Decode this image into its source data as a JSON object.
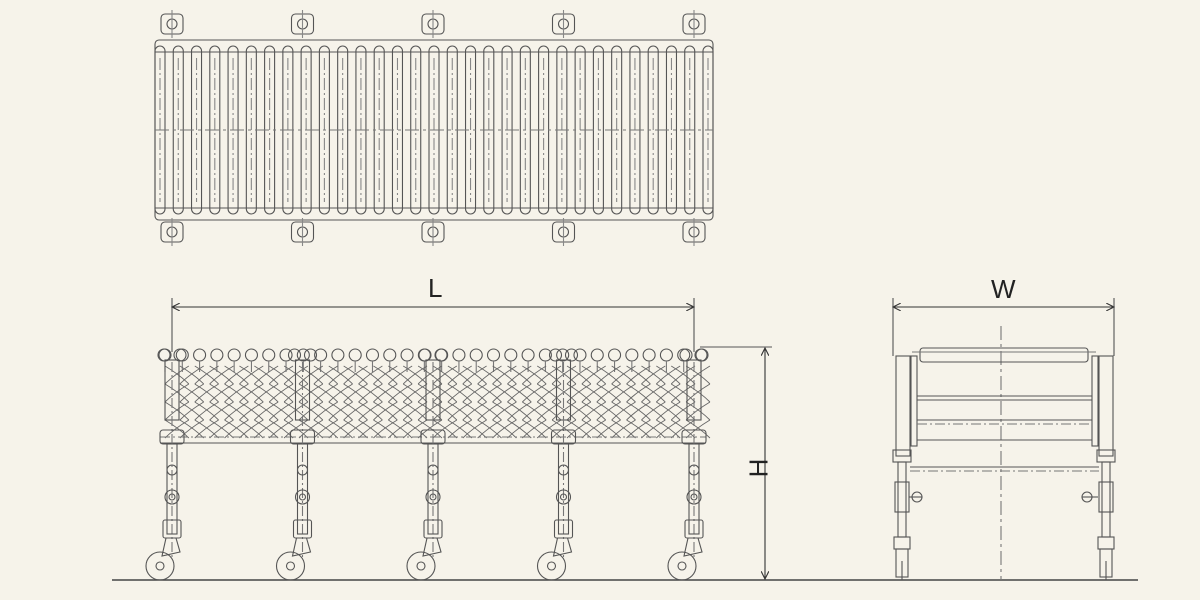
{
  "drawing": {
    "description_views": [
      "top-view",
      "side-view",
      "end-view"
    ],
    "dimensions": {
      "length_label": "L",
      "width_label": "W",
      "height_label": "H"
    },
    "colors": {
      "background": "#f6f3ea",
      "line": "#444444",
      "light_line": "#777777"
    },
    "counts": {
      "legs": 5,
      "top_rollers": 31,
      "side_rollers": 32
    }
  }
}
